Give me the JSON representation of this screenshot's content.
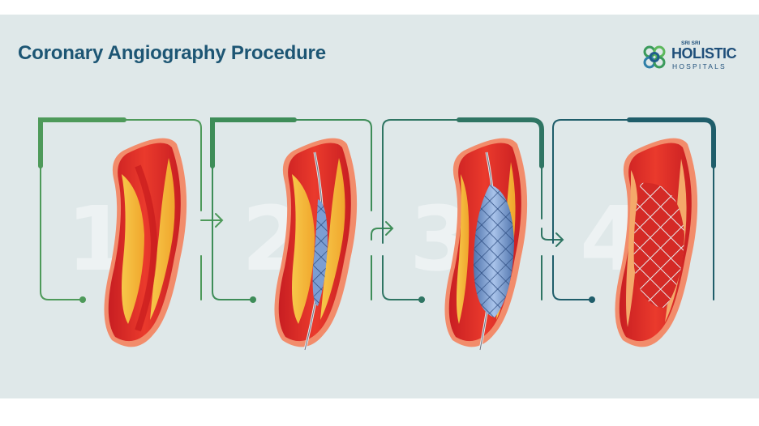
{
  "header": {
    "title": "Coronary Angiography Procedure"
  },
  "logo": {
    "small_text": "SRI SRI",
    "main_text": "HOLISTIC",
    "sub_text": "HOSPITALS",
    "icon": "celtic-knot-logo-icon"
  },
  "steps": [
    {
      "number": "1",
      "stage": "narrowed-artery",
      "accent": "#4e9a5a"
    },
    {
      "number": "2",
      "stage": "balloon-catheter-inserted",
      "accent": "#3e8d58"
    },
    {
      "number": "3",
      "stage": "balloon-inflated-stent-expanded",
      "accent": "#2f7563"
    },
    {
      "number": "4",
      "stage": "stent-in-place",
      "accent": "#1f5d6a"
    }
  ],
  "colors": {
    "background": "#dfe8e9",
    "title": "#1d5674",
    "artery_outer": "#f28c6b",
    "artery_wall": "#e0302b",
    "plaque": "#f5b93a",
    "stent": "#6f93c8",
    "step_number": "#edf2f3"
  }
}
